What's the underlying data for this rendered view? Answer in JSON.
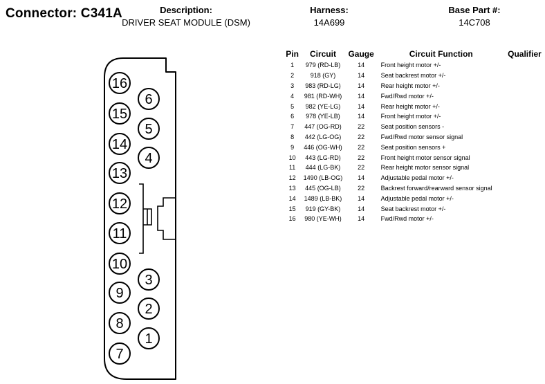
{
  "header": {
    "connector_label": "Connector: C341A",
    "description_heading": "Description:",
    "description": "DRIVER SEAT MODULE (DSM)",
    "harness_heading": "Harness:",
    "harness": "14A699",
    "base_part_heading": "Base Part #:",
    "base_part": "14C708"
  },
  "table": {
    "columns": [
      "Pin",
      "Circuit",
      "Gauge",
      "Circuit Function",
      "Qualifier"
    ],
    "rows": [
      {
        "pin": "1",
        "circuit": "979 (RD-LB)",
        "gauge": "14",
        "function": "Front height motor +/-"
      },
      {
        "pin": "2",
        "circuit": "918 (GY)",
        "gauge": "14",
        "function": "Seat backrest motor +/-"
      },
      {
        "pin": "3",
        "circuit": "983 (RD-LG)",
        "gauge": "14",
        "function": "Rear height motor +/-"
      },
      {
        "pin": "4",
        "circuit": "981 (RD-WH)",
        "gauge": "14",
        "function": "Fwd/Rwd motor +/-"
      },
      {
        "pin": "5",
        "circuit": "982 (YE-LG)",
        "gauge": "14",
        "function": "Rear height motor +/-"
      },
      {
        "pin": "6",
        "circuit": "978 (YE-LB)",
        "gauge": "14",
        "function": "Front height motor +/-"
      },
      {
        "pin": "7",
        "circuit": "447 (OG-RD)",
        "gauge": "22",
        "function": "Seat position sensors -"
      },
      {
        "pin": "8",
        "circuit": "442 (LG-OG)",
        "gauge": "22",
        "function": "Fwd/Rwd motor sensor signal"
      },
      {
        "pin": "9",
        "circuit": "446 (OG-WH)",
        "gauge": "22",
        "function": "Seat position sensors +"
      },
      {
        "pin": "10",
        "circuit": "443 (LG-RD)",
        "gauge": "22",
        "function": "Front height motor sensor signal"
      },
      {
        "pin": "11",
        "circuit": "444 (LG-BK)",
        "gauge": "22",
        "function": "Rear height motor sensor signal"
      },
      {
        "pin": "12",
        "circuit": "1490 (LB-OG)",
        "gauge": "14",
        "function": "Adjustable pedal motor +/-"
      },
      {
        "pin": "13",
        "circuit": "445 (OG-LB)",
        "gauge": "22",
        "function": "Backrest forward/rearward sensor signal"
      },
      {
        "pin": "14",
        "circuit": "1489 (LB-BK)",
        "gauge": "14",
        "function": "Adjustable pedal motor +/-"
      },
      {
        "pin": "15",
        "circuit": "919 (GY-BK)",
        "gauge": "14",
        "function": "Seat backrest motor +/-"
      },
      {
        "pin": "16",
        "circuit": "980 (YE-WH)",
        "gauge": "14",
        "function": "Fwd/Rwd motor +/-"
      }
    ]
  },
  "connector": {
    "pins_left": [
      "16",
      "15",
      "14",
      "13",
      "12",
      "11",
      "10",
      "9",
      "8",
      "7"
    ],
    "pins_right": [
      "6",
      "5",
      "4",
      "3",
      "2",
      "1"
    ]
  }
}
